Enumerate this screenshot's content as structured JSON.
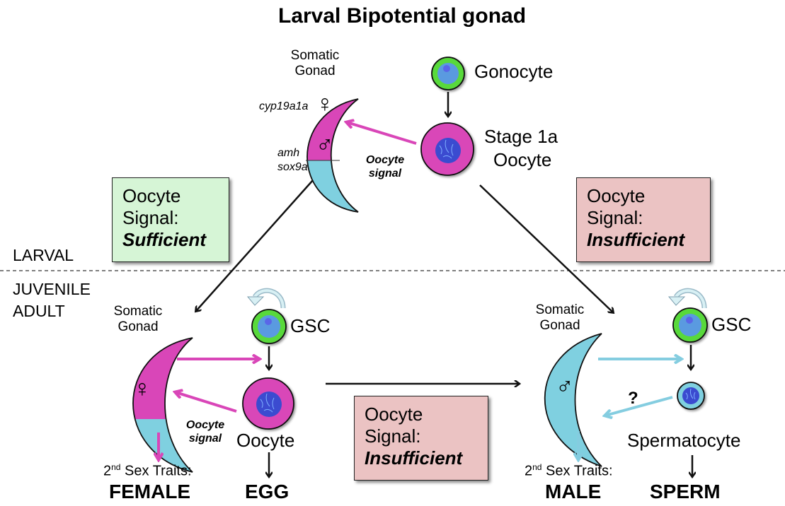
{
  "title": "Larval Bipotential gonad",
  "colors": {
    "female_magenta": "#d946b8",
    "male_cyan": "#7fd0e0",
    "gonocyte_green": "#58d93a",
    "nucleus_blue": "#5a9ae0",
    "oocyte_nucleus": "#3a4bd0",
    "sufficient_box": "#d6f5d6",
    "insufficient_box": "#ebc3c3"
  },
  "stages": {
    "larval": "LARVAL",
    "juvenile": "JUVENILE",
    "adult": "ADULT"
  },
  "top": {
    "somatic_gonad": [
      "Somatic",
      "Gonad"
    ],
    "genes_female": "cyp19a1a",
    "genes_male": [
      "amh",
      "sox9a"
    ],
    "female_symbol": "♀",
    "male_symbol": "♂",
    "oocyte_signal": [
      "Oocyte",
      "signal"
    ],
    "gonocyte": "Gonocyte",
    "stage1a": [
      "Stage 1a",
      "Oocyte"
    ]
  },
  "boxes": {
    "sufficient": {
      "line1": "Oocyte",
      "line2": "Signal:",
      "line3": "Sufficient"
    },
    "insufficient_top": {
      "line1": "Oocyte",
      "line2": "Signal:",
      "line3": "Insufficient"
    },
    "insufficient_bottom": {
      "line1": "Oocyte",
      "line2": "Signal:",
      "line3": "Insufficient"
    }
  },
  "female_branch": {
    "somatic_gonad": [
      "Somatic",
      "Gonad"
    ],
    "symbol": "♀",
    "gsc": "GSC",
    "oocyte_signal": [
      "Oocyte",
      "signal"
    ],
    "oocyte": "Oocyte",
    "traits_prefix": "2",
    "traits_sup": "nd",
    "traits_rest": " Sex Traits:",
    "phenotype": "FEMALE",
    "gamete": "EGG"
  },
  "male_branch": {
    "somatic_gonad": [
      "Somatic",
      "Gonad"
    ],
    "symbol": "♂",
    "gsc": "GSC",
    "question": "?",
    "spermatocyte": "Spermatocyte",
    "traits_prefix": "2",
    "traits_sup": "nd",
    "traits_rest": " Sex Traits:",
    "phenotype": "MALE",
    "gamete": "SPERM"
  }
}
